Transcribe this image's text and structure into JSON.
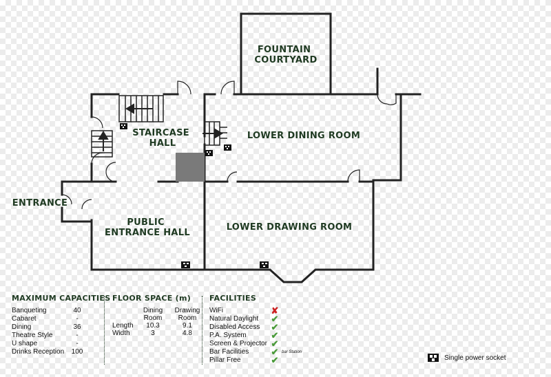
{
  "rooms": {
    "fountain_courtyard": [
      "FOUNTAIN",
      "COURTYARD"
    ],
    "staircase_hall": [
      "STAIRCASE",
      "HALL"
    ],
    "lower_dining_room": "LOWER DINING ROOM",
    "entrance": "ENTRANCE",
    "public_entrance_hall": [
      "PUBLIC",
      "ENTRANCE HALL"
    ],
    "lower_drawing_room": "LOWER DRAWING ROOM"
  },
  "capacities": {
    "title": "MAXIMUM CAPACITIES",
    "rows": [
      {
        "label": "Banqueting",
        "value": "40"
      },
      {
        "label": "Cabaret",
        "value": "-"
      },
      {
        "label": "Dining",
        "value": "36"
      },
      {
        "label": "Theatre Style",
        "value": "-"
      },
      {
        "label": "U shape",
        "value": "-"
      },
      {
        "label": "Drinks Reception",
        "value": "100"
      }
    ]
  },
  "floor_space": {
    "title": "FLOOR SPACE (m)",
    "col1": [
      "Dining",
      "Room"
    ],
    "col2": [
      "Drawing",
      "Room"
    ],
    "rows": [
      {
        "label": "Length",
        "dining": "10.3",
        "drawing": "9.1"
      },
      {
        "label": "Width",
        "dining": "3",
        "drawing": "4.8"
      }
    ]
  },
  "facilities": {
    "title": "FACILITIES",
    "items": [
      {
        "label": "WiFi",
        "available": false,
        "note": ""
      },
      {
        "label": "Natural Daylight",
        "available": true,
        "note": ""
      },
      {
        "label": "Disabled Access",
        "available": true,
        "note": ""
      },
      {
        "label": "P.A. System",
        "available": true,
        "note": ""
      },
      {
        "label": "Screen & Projector",
        "available": true,
        "note": ""
      },
      {
        "label": "Bar Facilities",
        "available": true,
        "note": "bar Station"
      },
      {
        "label": "Pillar Free",
        "available": true,
        "note": ""
      }
    ]
  },
  "legend": {
    "socket_label": "Single power socket",
    "socket_icon": "power-socket-icon"
  },
  "colors": {
    "wall": "#222222",
    "label": "#1f3a22",
    "tick": "#4a9a3a",
    "cross": "#cc2222",
    "pillar": "#7a7a7a"
  }
}
